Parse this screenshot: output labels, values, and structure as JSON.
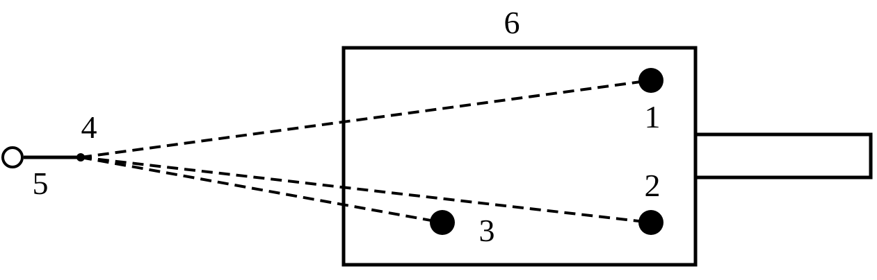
{
  "colors": {
    "ink": "#000000",
    "background": "#ffffff"
  },
  "labels": {
    "point_1": "1",
    "point_2": "2",
    "point_3": "3",
    "point_4": "4",
    "point_5": "5",
    "box_6": "6"
  }
}
